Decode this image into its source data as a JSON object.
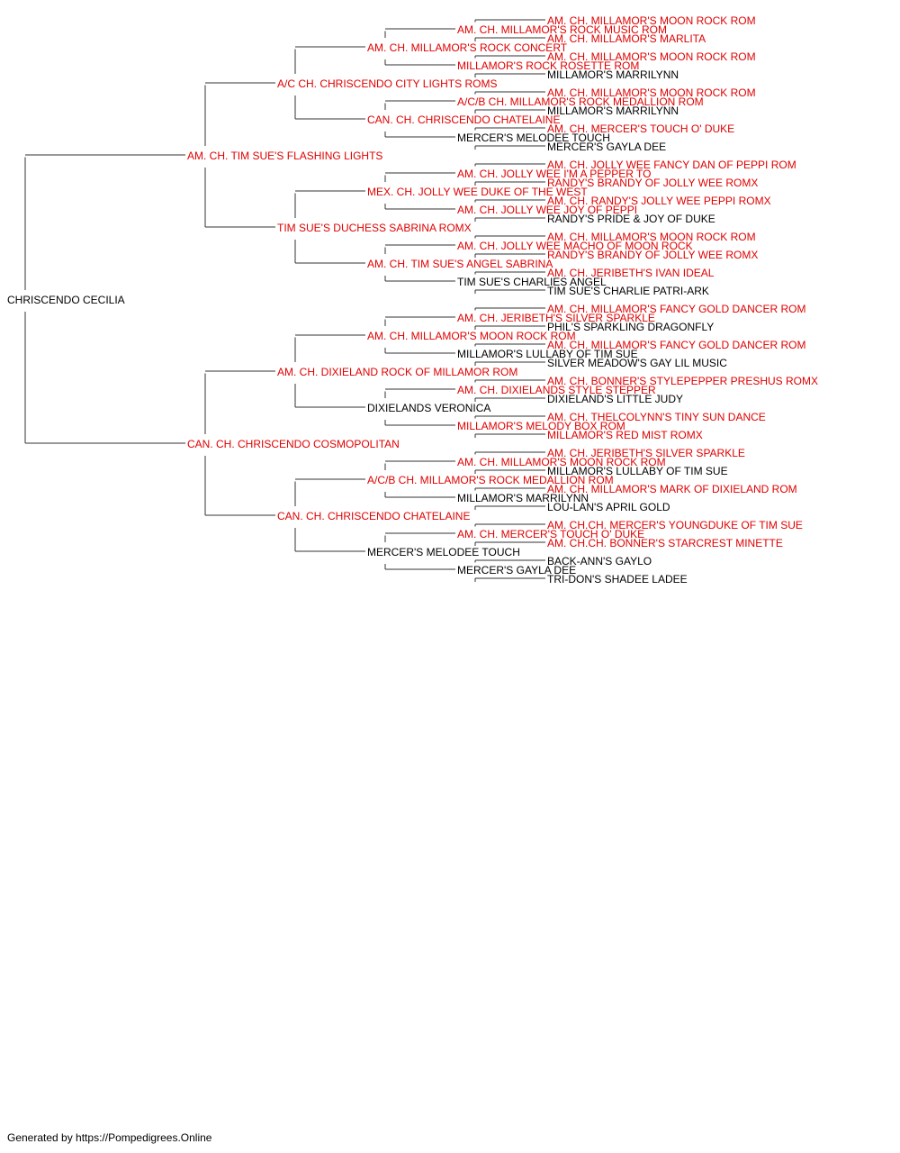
{
  "colors": {
    "titled": "#e00000",
    "plain": "#000000",
    "line": "#333333"
  },
  "root": {
    "name": "CHRISCENDO CECILIA",
    "titled": false
  },
  "sire": {
    "name": "AM. CH. TIM SUE'S FLASHING LIGHTS",
    "titled": true
  },
  "dam": {
    "name": "CAN. CH. CHRISCENDO COSMOPOLITAN",
    "titled": true
  },
  "grandparents": [
    {
      "name": "A/C CH. CHRISCENDO CITY LIGHTS ROMS",
      "titled": true
    },
    {
      "name": "TIM SUE'S DUCHESS SABRINA ROMX",
      "titled": true
    },
    {
      "name": "AM. CH. DIXIELAND ROCK OF MILLAMOR ROM",
      "titled": true
    },
    {
      "name": "CAN. CH. CHRISCENDO CHATELAINE",
      "titled": true
    }
  ],
  "great_grandparents": [
    {
      "name": "AM. CH. MILLAMOR'S ROCK CONCERT",
      "titled": true
    },
    {
      "name": "CAN. CH. CHRISCENDO CHATELAINE",
      "titled": true
    },
    {
      "name": "MEX. CH. JOLLY WEE DUKE OF THE WEST",
      "titled": true
    },
    {
      "name": "AM. CH. TIM SUE'S ANGEL SABRINA",
      "titled": true
    },
    {
      "name": "AM. CH. MILLAMOR'S MOON ROCK ROM",
      "titled": true
    },
    {
      "name": "DIXIELANDS VERONICA",
      "titled": false
    },
    {
      "name": "A/C/B CH. MILLAMOR'S ROCK MEDALLION ROM",
      "titled": true
    },
    {
      "name": "MERCER'S MELODEE TOUCH",
      "titled": false
    }
  ],
  "gen4": [
    {
      "name": "AM. CH. MILLAMOR'S ROCK MUSIC ROM",
      "titled": true
    },
    {
      "name": "MILLAMOR'S ROCK ROSETTE ROM",
      "titled": true
    },
    {
      "name": "A/C/B CH. MILLAMOR'S ROCK MEDALLION ROM",
      "titled": true
    },
    {
      "name": "MERCER'S MELODEE TOUCH",
      "titled": false
    },
    {
      "name": "AM. CH. JOLLY WEE I'M A PEPPER TO",
      "titled": true
    },
    {
      "name": "AM. CH. JOLLY WEE JOY OF PEPPI",
      "titled": true
    },
    {
      "name": "AM. CH. JOLLY WEE MACHO OF MOON ROCK",
      "titled": true
    },
    {
      "name": "TIM SUE'S CHARLIES ANGEL",
      "titled": false
    },
    {
      "name": "AM. CH. JERIBETH'S SILVER SPARKLE",
      "titled": true
    },
    {
      "name": "MILLAMOR'S LULLABY OF TIM SUE",
      "titled": false
    },
    {
      "name": "AM. CH. DIXIELANDS STYLE STEPPER",
      "titled": true
    },
    {
      "name": "MILLAMOR'S MELODY BOX ROM",
      "titled": true
    },
    {
      "name": "AM. CH. MILLAMOR'S MOON ROCK ROM",
      "titled": true
    },
    {
      "name": "MILLAMOR'S MARRILYNN",
      "titled": false
    },
    {
      "name": "AM. CH. MERCER'S TOUCH O' DUKE",
      "titled": true
    },
    {
      "name": "MERCER'S GAYLA DEE",
      "titled": false
    }
  ],
  "gen5": [
    {
      "name": "AM. CH. MILLAMOR'S MOON ROCK ROM",
      "titled": true
    },
    {
      "name": "AM. CH. MILLAMOR'S MARLITA",
      "titled": true
    },
    {
      "name": "AM. CH. MILLAMOR'S MOON ROCK ROM",
      "titled": true
    },
    {
      "name": "MILLAMOR'S MARRILYNN",
      "titled": false
    },
    {
      "name": "AM. CH. MILLAMOR'S MOON ROCK ROM",
      "titled": true
    },
    {
      "name": "MILLAMOR'S MARRILYNN",
      "titled": false
    },
    {
      "name": "AM. CH. MERCER'S TOUCH O' DUKE",
      "titled": true
    },
    {
      "name": "MERCER'S GAYLA DEE",
      "titled": false
    },
    {
      "name": "AM. CH. JOLLY WEE FANCY DAN OF PEPPI ROM",
      "titled": true
    },
    {
      "name": "RANDY'S BRANDY OF JOLLY WEE ROMX",
      "titled": true
    },
    {
      "name": "AM. CH. RANDY'S JOLLY WEE PEPPI ROMX",
      "titled": true
    },
    {
      "name": "RANDY'S PRIDE & JOY OF DUKE",
      "titled": false
    },
    {
      "name": "AM. CH. MILLAMOR'S MOON ROCK ROM",
      "titled": true
    },
    {
      "name": "RANDY'S BRANDY OF JOLLY WEE ROMX",
      "titled": true
    },
    {
      "name": "AM. CH. JERIBETH'S IVAN IDEAL",
      "titled": true
    },
    {
      "name": "TIM SUE'S CHARLIE PATRI-ARK",
      "titled": false
    },
    {
      "name": "AM. CH. MILLAMOR'S FANCY GOLD DANCER ROM",
      "titled": true
    },
    {
      "name": "PHIL'S SPARKLING DRAGONFLY",
      "titled": false
    },
    {
      "name": "AM. CH. MILLAMOR'S FANCY GOLD DANCER ROM",
      "titled": true
    },
    {
      "name": "SILVER MEADOW'S GAY LIL MUSIC",
      "titled": false
    },
    {
      "name": "AM. CH. BONNER'S STYLEPEPPER PRESHUS ROMX",
      "titled": true
    },
    {
      "name": "DIXIELAND'S LITTLE JUDY",
      "titled": false
    },
    {
      "name": "AM. CH. THELCOLYNN'S TINY SUN DANCE",
      "titled": true
    },
    {
      "name": "MILLAMOR'S RED MIST ROMX",
      "titled": true
    },
    {
      "name": "AM. CH. JERIBETH'S SILVER SPARKLE",
      "titled": true
    },
    {
      "name": "MILLAMOR'S LULLABY OF TIM SUE",
      "titled": false
    },
    {
      "name": "AM. CH. MILLAMOR'S MARK OF DIXIELAND ROM",
      "titled": true
    },
    {
      "name": "LOU-LAN'S APRIL GOLD",
      "titled": false
    },
    {
      "name": "AM. CH.CH. MERCER'S YOUNGDUKE OF TIM SUE",
      "titled": true
    },
    {
      "name": "AM. CH.CH. BONNER'S STARCREST MINETTE",
      "titled": true
    },
    {
      "name": "BACK-ANN'S GAYLO",
      "titled": false
    },
    {
      "name": "TRI-DON'S SHADEE LADEE",
      "titled": false
    }
  ],
  "footer": "Generated by https://Pompedigrees.Online"
}
